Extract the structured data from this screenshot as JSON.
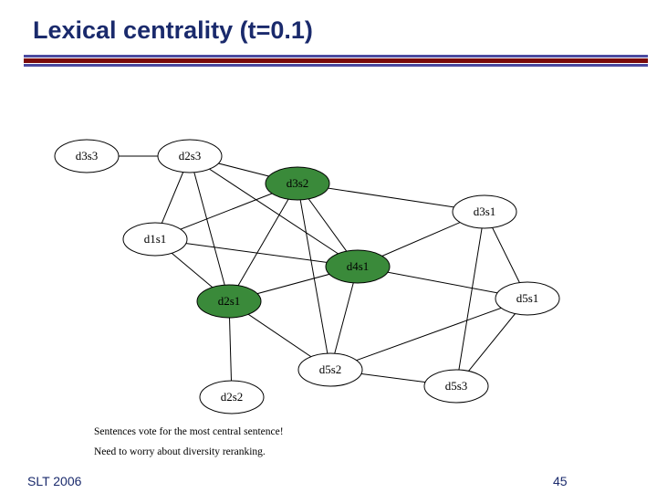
{
  "slide": {
    "title": "Lexical centrality (t=0.1)",
    "notes": [
      "Sentences vote for the most central sentence!",
      "Need to worry about diversity reranking."
    ],
    "footer_left": "SLT 2006",
    "page_number": "45"
  },
  "colors": {
    "title": "#1a2a6c",
    "rule_blue": "#4a4aa0",
    "rule_red": "#7a0a0a",
    "node_highlight": "#3a8a3a",
    "node_default": "#ffffff"
  },
  "graph": {
    "nodes": [
      {
        "id": "d3s3",
        "label": "d3s3",
        "highlighted": false
      },
      {
        "id": "d2s3",
        "label": "d2s3",
        "highlighted": false
      },
      {
        "id": "d3s2",
        "label": "d3s2",
        "highlighted": true
      },
      {
        "id": "d3s1",
        "label": "d3s1",
        "highlighted": false
      },
      {
        "id": "d1s1",
        "label": "d1s1",
        "highlighted": false
      },
      {
        "id": "d4s1",
        "label": "d4s1",
        "highlighted": true
      },
      {
        "id": "d5s1",
        "label": "d5s1",
        "highlighted": false
      },
      {
        "id": "d2s1",
        "label": "d2s1",
        "highlighted": true
      },
      {
        "id": "d5s2",
        "label": "d5s2",
        "highlighted": false
      },
      {
        "id": "d2s2",
        "label": "d2s2",
        "highlighted": false
      },
      {
        "id": "d5s3",
        "label": "d5s3",
        "highlighted": false
      }
    ],
    "edges": [
      [
        "d3s3",
        "d2s3"
      ],
      [
        "d2s3",
        "d3s2"
      ],
      [
        "d2s3",
        "d2s1"
      ],
      [
        "d2s3",
        "d4s1"
      ],
      [
        "d2s3",
        "d1s1"
      ],
      [
        "d3s2",
        "d3s1"
      ],
      [
        "d3s2",
        "d1s1"
      ],
      [
        "d3s2",
        "d2s1"
      ],
      [
        "d3s2",
        "d4s1"
      ],
      [
        "d3s2",
        "d5s2"
      ],
      [
        "d3s1",
        "d4s1"
      ],
      [
        "d3s1",
        "d5s1"
      ],
      [
        "d3s1",
        "d5s3"
      ],
      [
        "d1s1",
        "d4s1"
      ],
      [
        "d1s1",
        "d2s1"
      ],
      [
        "d4s1",
        "d2s1"
      ],
      [
        "d4s1",
        "d5s1"
      ],
      [
        "d4s1",
        "d5s2"
      ],
      [
        "d2s1",
        "d5s2"
      ],
      [
        "d2s1",
        "d2s2"
      ],
      [
        "d5s1",
        "d5s2"
      ],
      [
        "d5s1",
        "d5s3"
      ],
      [
        "d5s2",
        "d5s3"
      ]
    ]
  }
}
